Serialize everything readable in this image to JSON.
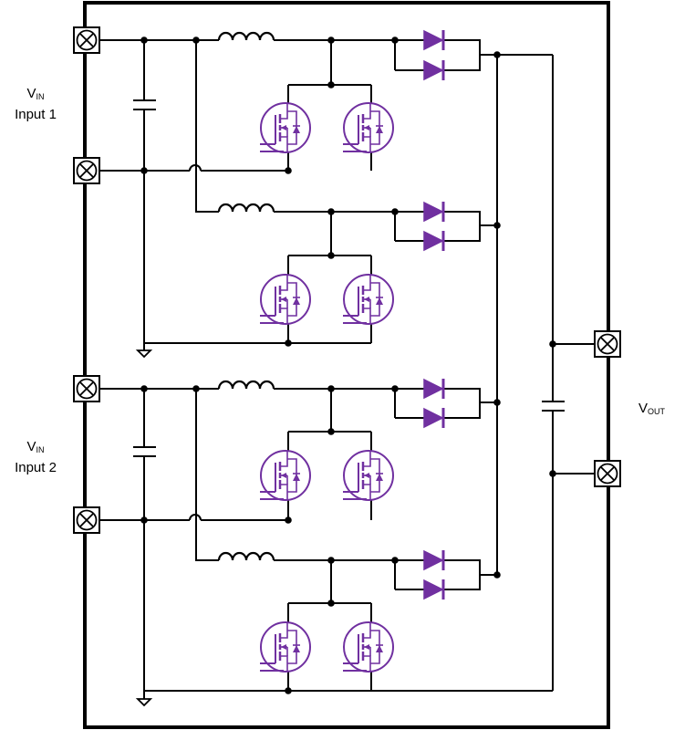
{
  "labels": {
    "vin_main": "V",
    "vin_sub": "IN",
    "input1": "Input 1",
    "input2": "Input 2",
    "vout_main": "V",
    "vout_sub": "OUT"
  },
  "colors": {
    "wire": "#000000",
    "semiconductor": "#7030a0",
    "diode_fill": "#7030a0"
  },
  "icons": {
    "terminal": "crossed-box-terminal",
    "ground": "ground-symbol",
    "transistor": "mosfet-with-body-diode",
    "diode": "diode-symbol",
    "inductor": "inductor-coil",
    "capacitor": "capacitor-plates"
  }
}
